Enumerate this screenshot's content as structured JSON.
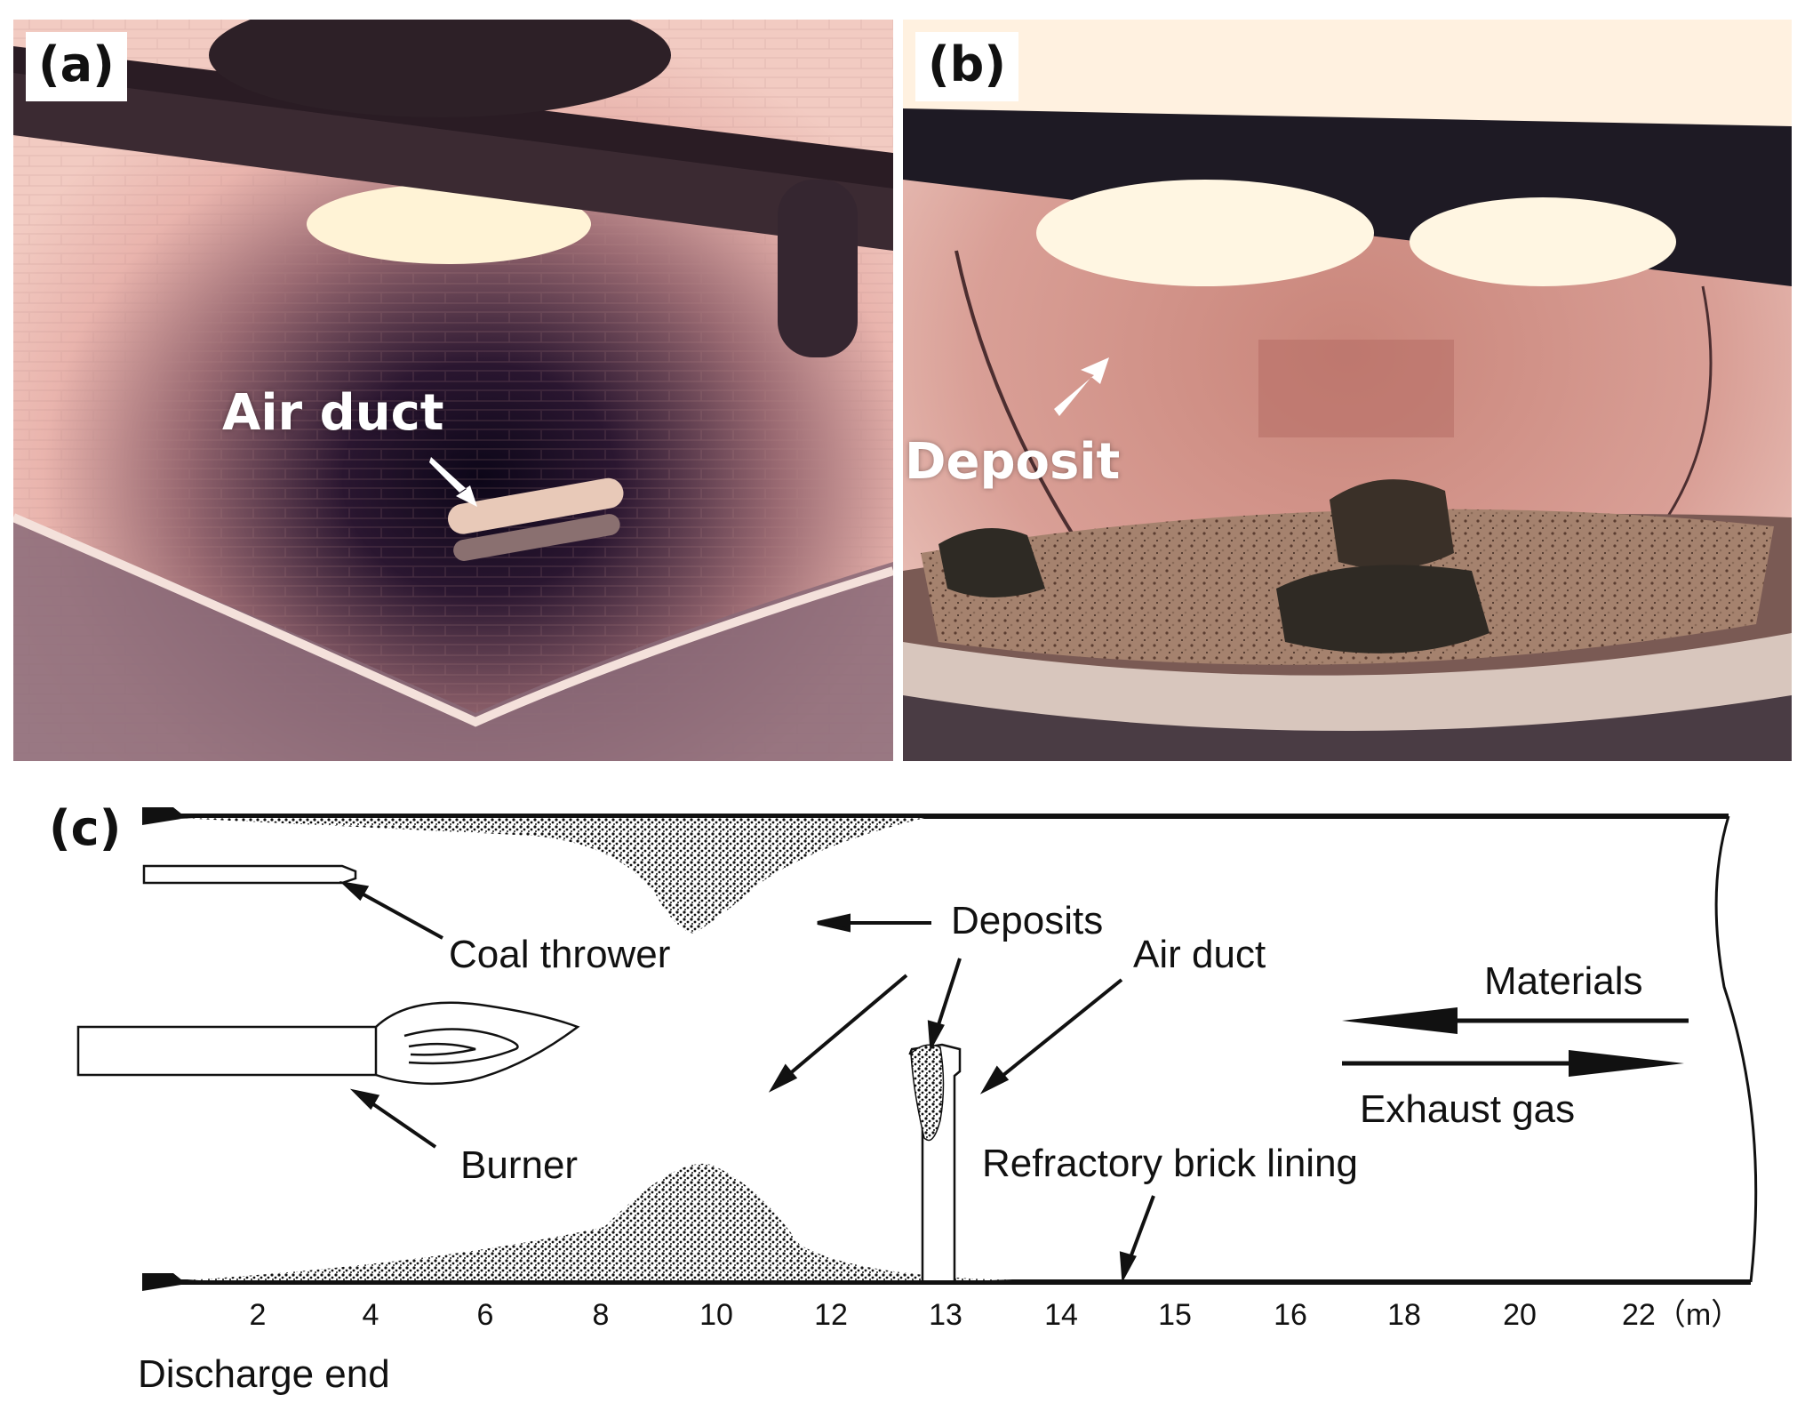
{
  "panels": {
    "a": {
      "tag": "(a)",
      "label": "Air duct"
    },
    "b": {
      "tag": "(b)",
      "label": "Deposit"
    },
    "c": {
      "tag": "(c)"
    }
  },
  "diagram": {
    "labels": {
      "coal_thrower": "Coal thrower",
      "deposits": "Deposits",
      "air_duct": "Air duct",
      "materials": "Materials",
      "exhaust_gas": "Exhaust gas",
      "burner": "Burner",
      "refractory": "Refractory brick lining",
      "discharge_end": "Discharge end"
    },
    "axis_ticks": [
      "2",
      "4",
      "6",
      "8",
      "10",
      "12",
      "13",
      "14",
      "15",
      "16",
      "18",
      "20",
      "22（m）"
    ]
  }
}
